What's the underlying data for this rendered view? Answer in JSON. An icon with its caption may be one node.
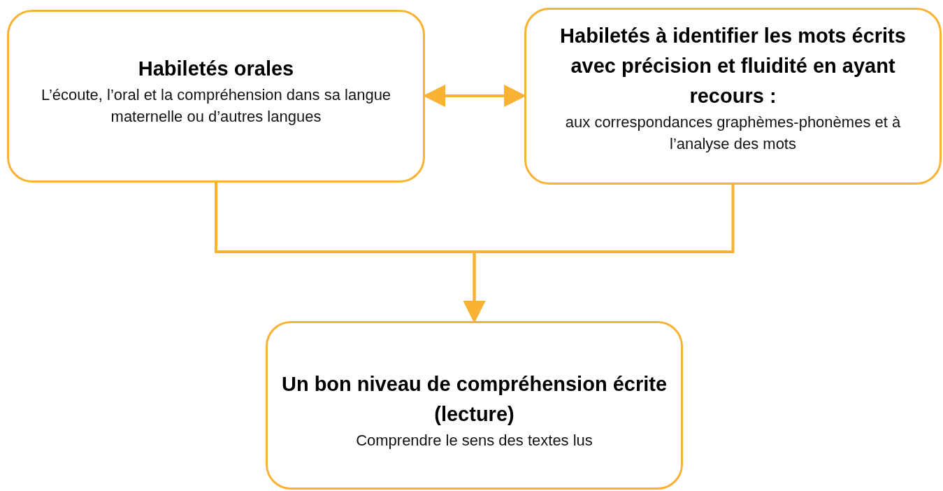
{
  "diagram": {
    "nodes": [
      {
        "text": [
          "Habiletés orales",
          "L’écoute, l’oral et la compréhension dans sa langue maternelle ou d’autres langues"
        ]
      },
      {
        "text": [
          "Habiletés à identifier les mots écrits avec précision et fluidité en ayant recours :",
          "aux correspondances graphèmes-phonèmes et à l’analyse des mots"
        ]
      },
      {
        "text": [
          "Un bon niveau de compréhension écrite (lecture)",
          "Comprendre le sens des textes lus"
        ]
      }
    ],
    "edges": [
      {
        "from": 0,
        "to": 1,
        "arrow": "both"
      },
      {
        "from": 0,
        "to": 2,
        "arrow": "to"
      },
      {
        "from": 1,
        "to": 2,
        "arrow": "to"
      }
    ]
  }
}
